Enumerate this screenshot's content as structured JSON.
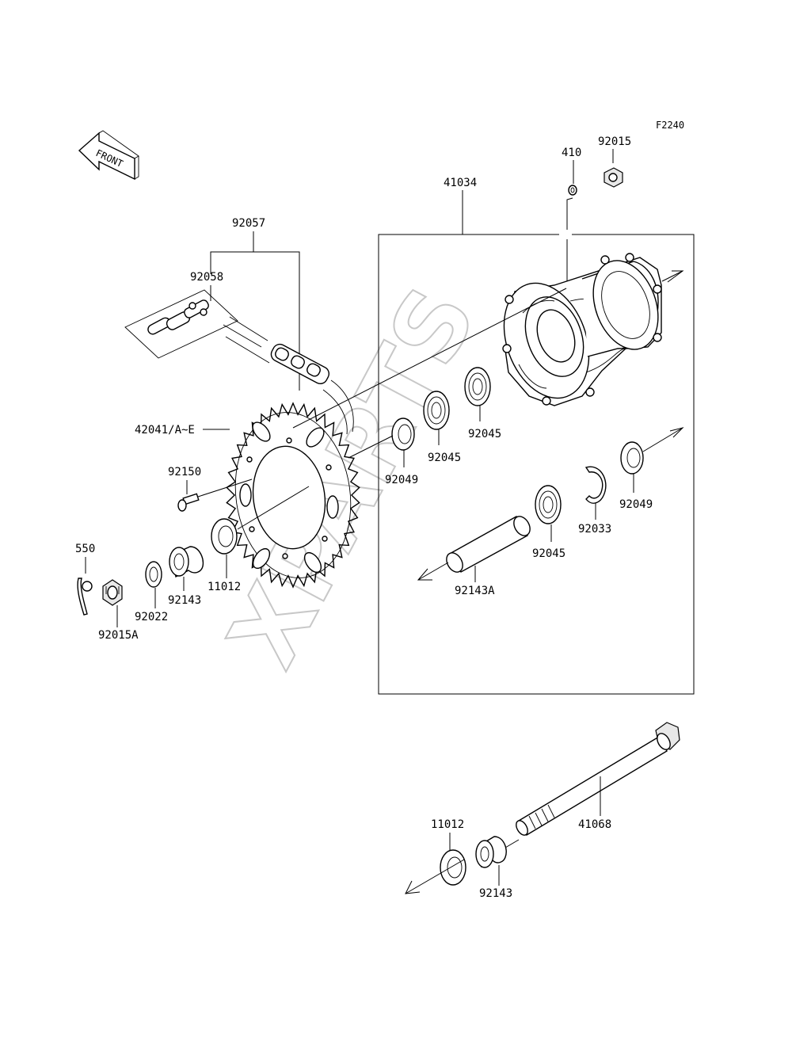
{
  "diagram_code": "F2240",
  "front_label": "FRONT",
  "watermark": "XPARTS",
  "parts": {
    "p410": "410",
    "p92015": "92015",
    "p41034": "41034",
    "p92057": "92057",
    "p92058": "92058",
    "p42041": "42041/A~E",
    "p92150": "92150",
    "p550": "550",
    "p92015A": "92015A",
    "p92022": "92022",
    "p92143_left": "92143",
    "p11012_left": "11012",
    "p92049_mid": "92049",
    "p92045_a": "92045",
    "p92045_b": "92045",
    "p92045_c": "92045",
    "p92049_right": "92049",
    "p92033": "92033",
    "p92143A": "92143A",
    "p41068": "41068",
    "p11012_bottom": "11012",
    "p92143_bottom": "92143"
  }
}
